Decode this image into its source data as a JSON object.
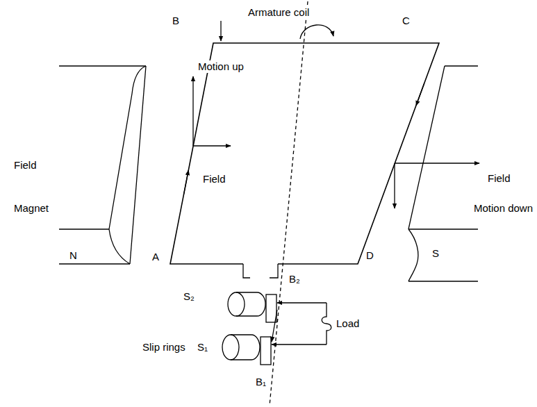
{
  "diagram": {
    "labels": [
      "Armature coil",
      "B",
      "C",
      "Motion up",
      "Field",
      "Field",
      "Field",
      "Magnet",
      "Motion down",
      "N",
      "A",
      "D",
      "S",
      "S₂",
      "B₂",
      "Slip rings",
      "S₁",
      "Load",
      "B₁"
    ]
  }
}
